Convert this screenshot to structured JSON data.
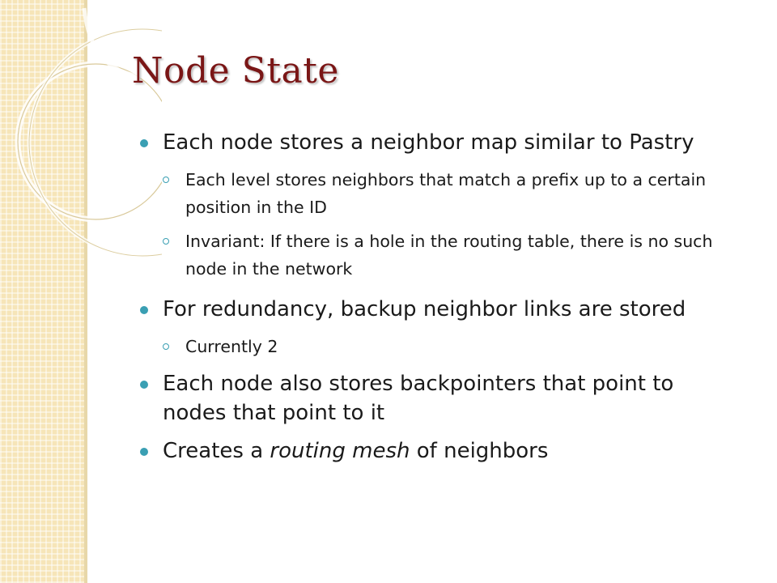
{
  "slide": {
    "title": "Node State",
    "bullets": [
      {
        "text": "Each node stores a neighbor map similar to Pastry",
        "sub": [
          "Each level stores neighbors that match a prefix up to a certain position in the ID",
          "Invariant: If there is a hole in the routing table, there is no such node in the network"
        ]
      },
      {
        "text": "For redundancy, backup neighbor links are stored",
        "sub": [
          "Currently 2"
        ]
      },
      {
        "text": "Each node also stores backpointers that point to nodes that point to it"
      },
      {
        "pre": "Creates a ",
        "emph": "routing mesh",
        "post": " of neighbors"
      }
    ]
  },
  "colors": {
    "title": "#7a1616",
    "bullet": "#3a9fb3",
    "band": "#f6e5b8"
  }
}
